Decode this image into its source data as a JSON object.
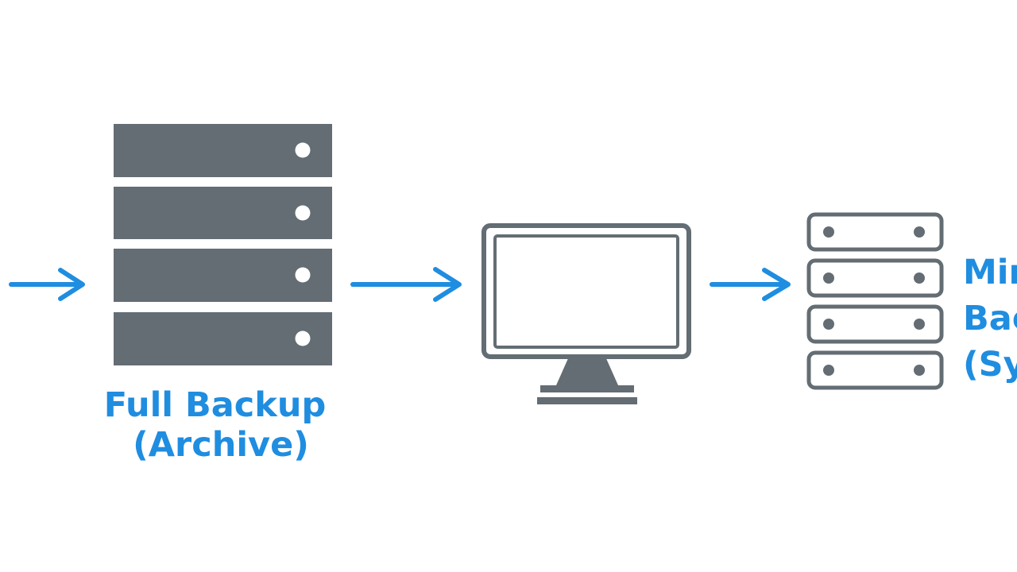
{
  "colors": {
    "accent": "#1f8de0",
    "device": "#636d73"
  },
  "diagram": {
    "nodes": [
      {
        "id": "full-backup",
        "icon": "server-stack-icon",
        "label_lines": [
          "Full Backup",
          "(Archive)"
        ]
      },
      {
        "id": "computer",
        "icon": "monitor-icon",
        "label_lines": []
      },
      {
        "id": "mirror-backup",
        "icon": "server-rack-icon",
        "label_lines": [
          "Mir",
          "Bac",
          "(Sy"
        ]
      }
    ],
    "edges": [
      {
        "from": "",
        "to": "full-backup",
        "icon": "arrow-right-icon"
      },
      {
        "from": "full-backup",
        "to": "computer",
        "icon": "arrow-right-icon"
      },
      {
        "from": "computer",
        "to": "mirror-backup",
        "icon": "arrow-right-icon"
      }
    ]
  }
}
